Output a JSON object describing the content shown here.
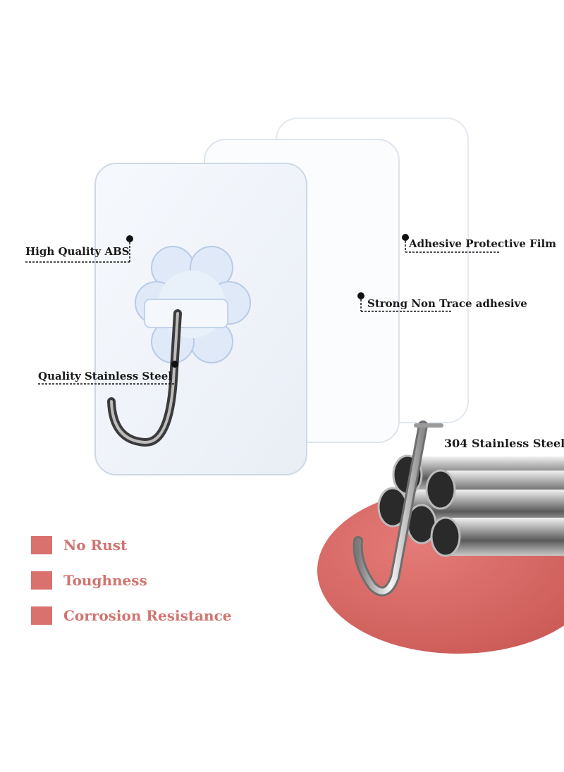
{
  "callouts": {
    "abs": "High Quality ABS",
    "film": "Adhesive Protective Film",
    "adhesive": "Strong Non Trace adhesive",
    "hook_steel": "Quality Stainless Steel",
    "steel_304": "304 Stainless Steel"
  },
  "features": [
    {
      "label": "No Rust"
    },
    {
      "label": "Toughness"
    },
    {
      "label": "Corrosion Resistance"
    }
  ],
  "colors": {
    "accent": "#d9726f",
    "accent_text": "#d07470",
    "disc": "#d96a67"
  }
}
